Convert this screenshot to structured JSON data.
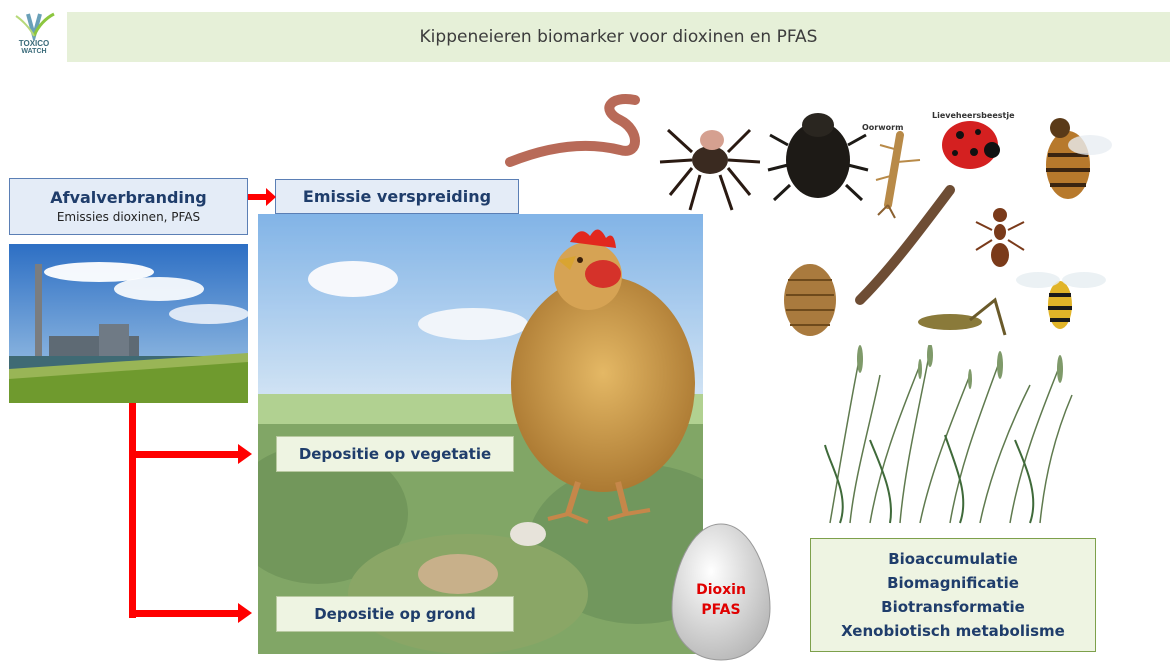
{
  "header": {
    "title": "Kippeneieren biomarker voor dioxinen en PFAS",
    "logo_line1": "TOXICO",
    "logo_line2": "WATCH"
  },
  "source_box": {
    "title": "Afvalverbranding",
    "subtitle": "Emissies dioxinen, PFAS"
  },
  "flow": {
    "emission": "Emissie verspreiding",
    "vegetation": "Depositie op vegetatie",
    "ground": "Depositie op grond"
  },
  "insect_labels": {
    "earwig": "Oorworm",
    "ladybug": "Lieveheersbeestje"
  },
  "egg": {
    "line1": "Dioxin",
    "line2": "PFAS"
  },
  "processes": [
    "Bioaccumulatie",
    "Biomagnificatie",
    "Biotransformatie",
    "Xenobiotisch metabolisme"
  ],
  "colors": {
    "arrow": "#ff0000",
    "header_bg": "#e6f0d8",
    "box_blue": "#e4ecf7",
    "box_green": "#eef4e2",
    "egg_text": "#e00000"
  }
}
